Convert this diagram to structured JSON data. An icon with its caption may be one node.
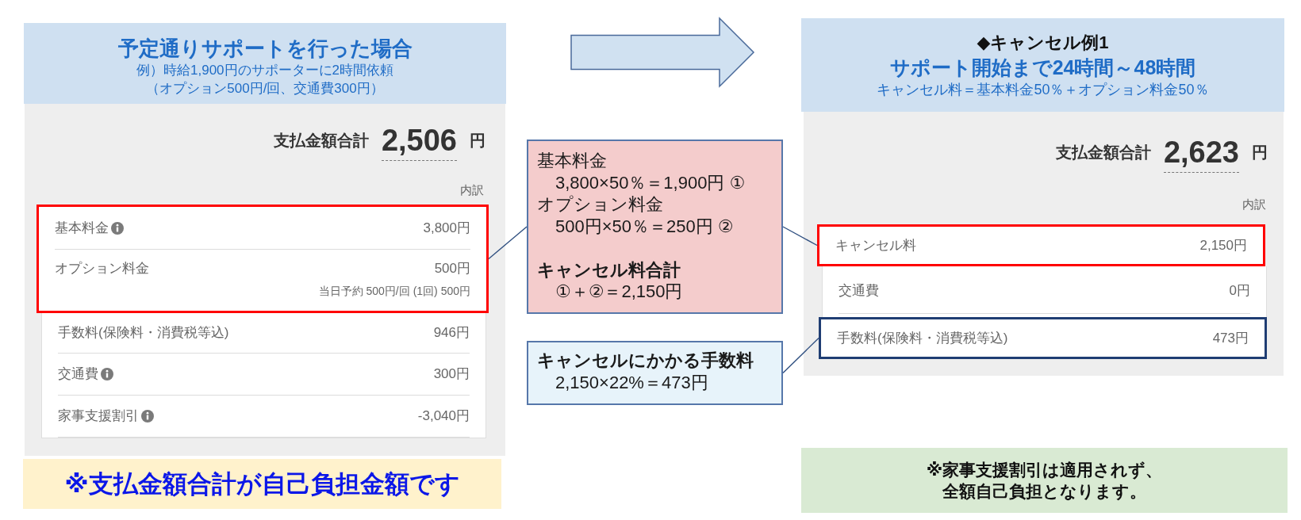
{
  "diagram": {
    "nodes": [
      {
        "text": [
          "予定通りサポートを行った場合",
          "例）時給1,900円のサポーターに2時間依頼",
          "（オプション500円/回、交通費300円）"
        ]
      },
      {
        "text": [
          "支払金額合計",
          "2,506",
          "円",
          "内訳"
        ]
      },
      {
        "text": [
          "基本料金",
          "3,800円",
          "オプション料金",
          "500円",
          "当日予約 500円/回 (1回) 500円"
        ],
        "in": 1
      },
      {
        "text": [
          "手数料(保険料・消費税等込)",
          "946円",
          "交通費",
          "300円",
          "家事支援割引",
          "-3,040円"
        ],
        "in": 1
      },
      {
        "text": [
          "※支払金額合計が自己負担金額です"
        ]
      },
      {
        "text": [
          "基本料金",
          "3,800×50％＝1,900円 ①",
          "オプション料金",
          "500円×50％＝250円 ②",
          "キャンセル料合計",
          "①＋②＝2,150円"
        ]
      },
      {
        "text": [
          "キャンセルにかかる手数料",
          "2,150×22%＝473円"
        ]
      },
      {
        "text": [
          "◆キャンセル例1",
          "サポート開始まで24時間～48時間",
          "キャンセル料＝基本料金50％＋オプション料金50％"
        ]
      },
      {
        "text": [
          "支払金額合計",
          "2,623",
          "円",
          "内訳"
        ]
      },
      {
        "text": [
          "キャンセル料",
          "2,150円"
        ],
        "in": 8
      },
      {
        "text": [
          "交通費",
          "0円"
        ],
        "in": 8
      },
      {
        "text": [
          "手数料(保険料・消費税等込)",
          "473円"
        ],
        "in": 8
      },
      {
        "text": [
          "※家事支援割引は適用されず、全額自己負担となります。"
        ]
      }
    ],
    "edges": [
      {
        "from": 0,
        "to": 7,
        "arrow": "to",
        "style": "thick"
      },
      {
        "from": 2,
        "to": 5,
        "arrow": "none"
      },
      {
        "from": 5,
        "to": 9,
        "arrow": "none"
      },
      {
        "from": 6,
        "to": 11,
        "arrow": "none"
      }
    ]
  }
}
